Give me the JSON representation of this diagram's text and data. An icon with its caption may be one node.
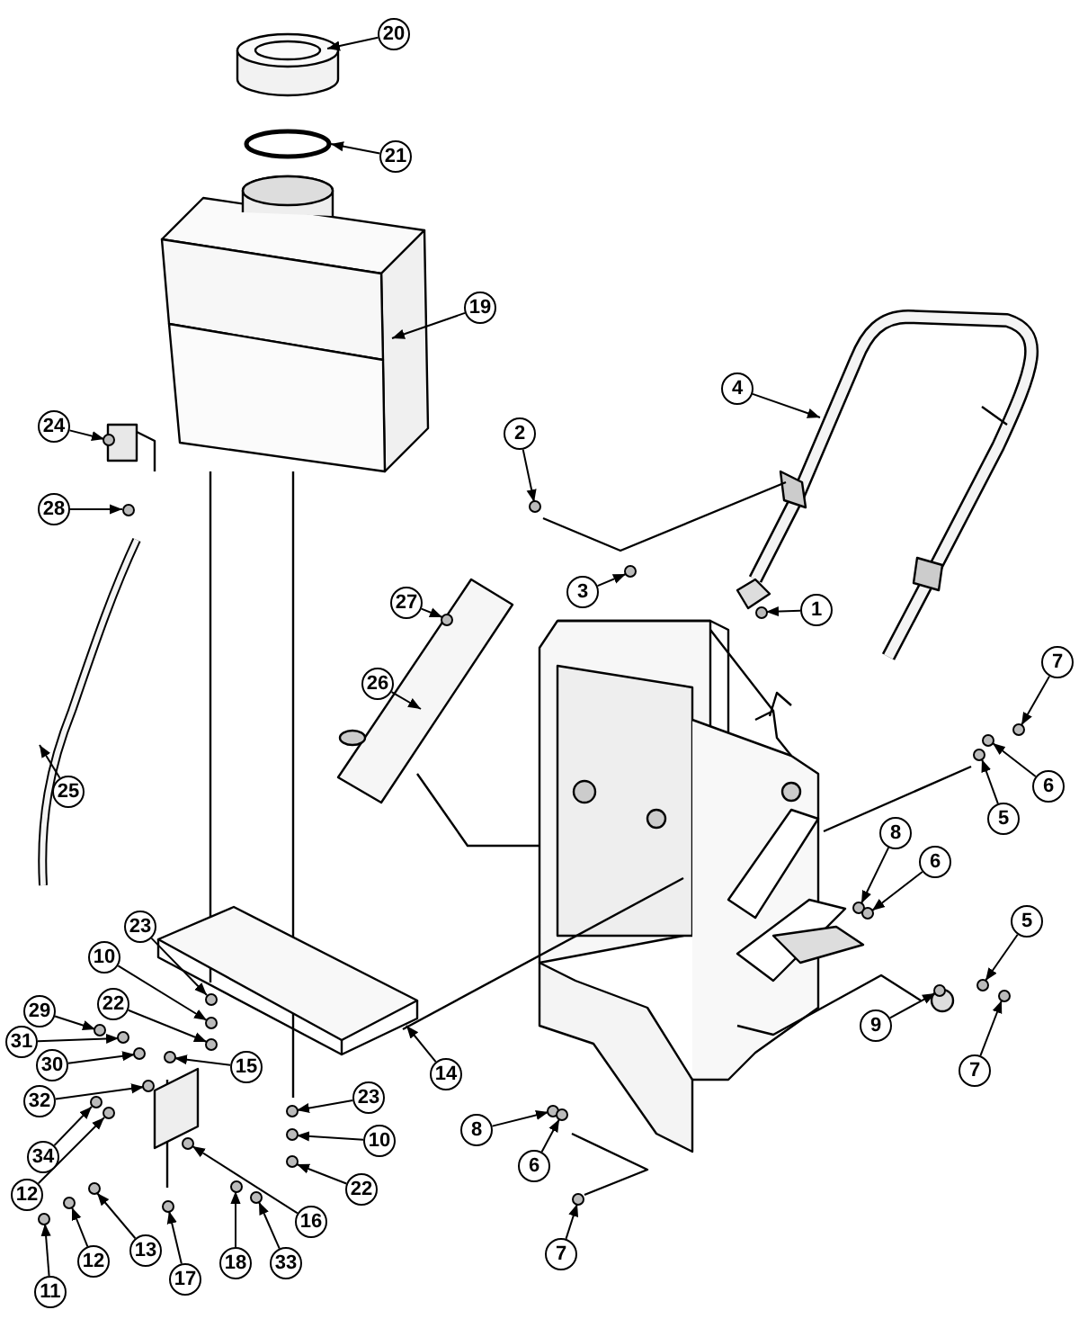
{
  "diagram": {
    "nodes": [
      {
        "text": [
          "20"
        ]
      },
      {
        "text": [
          "21"
        ]
      },
      {
        "text": [
          "19"
        ]
      },
      {
        "text": [
          "4"
        ]
      },
      {
        "text": [
          "2"
        ]
      },
      {
        "text": [
          "24"
        ]
      },
      {
        "text": [
          "28"
        ]
      },
      {
        "text": [
          "3"
        ]
      },
      {
        "text": [
          "1"
        ]
      },
      {
        "text": [
          "27"
        ]
      },
      {
        "text": [
          "26"
        ]
      },
      {
        "text": [
          "7"
        ]
      },
      {
        "text": [
          "25"
        ]
      },
      {
        "text": [
          "6"
        ]
      },
      {
        "text": [
          "5"
        ]
      },
      {
        "text": [
          "8"
        ]
      },
      {
        "text": [
          "6"
        ]
      },
      {
        "text": [
          "23"
        ]
      },
      {
        "text": [
          "10"
        ]
      },
      {
        "text": [
          "5"
        ]
      },
      {
        "text": [
          "22"
        ]
      },
      {
        "text": [
          "29"
        ]
      },
      {
        "text": [
          "9"
        ]
      },
      {
        "text": [
          "31"
        ]
      },
      {
        "text": [
          "15"
        ]
      },
      {
        "text": [
          "14"
        ]
      },
      {
        "text": [
          "30"
        ]
      },
      {
        "text": [
          "7"
        ]
      },
      {
        "text": [
          "32"
        ]
      },
      {
        "text": [
          "23"
        ]
      },
      {
        "text": [
          "8"
        ]
      },
      {
        "text": [
          "10"
        ]
      },
      {
        "text": [
          "34"
        ]
      },
      {
        "text": [
          "6"
        ]
      },
      {
        "text": [
          "22"
        ]
      },
      {
        "text": [
          "12"
        ]
      },
      {
        "text": [
          "16"
        ]
      },
      {
        "text": [
          "13"
        ]
      },
      {
        "text": [
          "12"
        ]
      },
      {
        "text": [
          "7"
        ]
      },
      {
        "text": [
          "18"
        ]
      },
      {
        "text": [
          "33"
        ]
      },
      {
        "text": [
          "17"
        ]
      },
      {
        "text": [
          "11"
        ]
      },
      {
        "text": [],
        "shape": "circle"
      },
      {
        "text": [],
        "shape": "circle"
      },
      {
        "text": [],
        "shape": "circle"
      },
      {
        "text": [],
        "shape": "circle"
      },
      {
        "text": [],
        "shape": "circle"
      },
      {
        "text": [],
        "shape": "circle"
      },
      {
        "text": [],
        "shape": "circle"
      },
      {
        "text": [],
        "shape": "circle"
      },
      {
        "text": [],
        "shape": "circle"
      },
      {
        "text": [],
        "shape": "circle"
      },
      {
        "text": [],
        "shape": "circle"
      },
      {
        "text": [],
        "shape": "circle"
      },
      {
        "text": [],
        "shape": "circle"
      },
      {
        "text": [],
        "shape": "circle"
      },
      {
        "text": [],
        "shape": "circle"
      },
      {
        "text": [],
        "shape": "circle"
      },
      {
        "text": [],
        "shape": "circle"
      },
      {
        "text": [],
        "shape": "circle"
      },
      {
        "text": [],
        "shape": "circle"
      },
      {
        "text": [],
        "shape": "circle"
      },
      {
        "text": [],
        "shape": "circle"
      },
      {
        "text": [],
        "shape": "circle"
      },
      {
        "text": [],
        "shape": "circle"
      },
      {
        "text": [],
        "shape": "circle"
      },
      {
        "text": [],
        "shape": "circle"
      },
      {
        "text": [],
        "shape": "circle"
      },
      {
        "text": [],
        "shape": "circle"
      },
      {
        "text": [],
        "shape": "circle"
      },
      {
        "text": [],
        "shape": "circle"
      },
      {
        "text": [],
        "shape": "circle"
      },
      {
        "text": [],
        "shape": "circle"
      },
      {
        "text": [],
        "shape": "circle"
      },
      {
        "text": [],
        "shape": "circle"
      },
      {
        "text": [],
        "shape": "circle"
      },
      {
        "text": [],
        "shape": "circle"
      },
      {
        "text": [],
        "shape": "circle"
      },
      {
        "text": [],
        "shape": "circle"
      }
    ],
    "edges": [
      {
        "from": 0,
        "to": null,
        "arrow": "to"
      },
      {
        "from": 1,
        "to": null,
        "arrow": "to"
      },
      {
        "from": 2,
        "to": null,
        "arrow": "to"
      },
      {
        "from": 3,
        "to": null,
        "arrow": "to"
      },
      {
        "from": 4,
        "to": 44,
        "arrow": "to"
      },
      {
        "from": 5,
        "to": 45,
        "arrow": "to"
      },
      {
        "from": 6,
        "to": 46,
        "arrow": "to"
      },
      {
        "from": 7,
        "to": 47,
        "arrow": "to"
      },
      {
        "from": 8,
        "to": 48,
        "arrow": "to"
      },
      {
        "from": 9,
        "to": 49,
        "arrow": "to"
      },
      {
        "from": 10,
        "to": null,
        "arrow": "to"
      },
      {
        "from": 11,
        "to": 50,
        "arrow": "to"
      },
      {
        "from": 12,
        "to": null,
        "arrow": "to"
      },
      {
        "from": 13,
        "to": 51,
        "arrow": "to"
      },
      {
        "from": 14,
        "to": 52,
        "arrow": "to"
      },
      {
        "from": 15,
        "to": 53,
        "arrow": "to"
      },
      {
        "from": 16,
        "to": 54,
        "arrow": "to"
      },
      {
        "from": 17,
        "to": 55,
        "arrow": "to"
      },
      {
        "from": 18,
        "to": 56,
        "arrow": "to"
      },
      {
        "from": 19,
        "to": 57,
        "arrow": "to"
      },
      {
        "from": 20,
        "to": 58,
        "arrow": "to"
      },
      {
        "from": 21,
        "to": 59,
        "arrow": "to"
      },
      {
        "from": 22,
        "to": 60,
        "arrow": "to"
      },
      {
        "from": 23,
        "to": 61,
        "arrow": "to"
      },
      {
        "from": 24,
        "to": 62,
        "arrow": "to"
      },
      {
        "from": 25,
        "to": null,
        "arrow": "to"
      },
      {
        "from": 26,
        "to": 63,
        "arrow": "to"
      },
      {
        "from": 27,
        "to": 64,
        "arrow": "to"
      },
      {
        "from": 28,
        "to": 65,
        "arrow": "to"
      },
      {
        "from": 29,
        "to": 66,
        "arrow": "to"
      },
      {
        "from": 30,
        "to": 67,
        "arrow": "to"
      },
      {
        "from": 31,
        "to": 68,
        "arrow": "to"
      },
      {
        "from": 32,
        "to": 69,
        "arrow": "to"
      },
      {
        "from": 33,
        "to": 70,
        "arrow": "to"
      },
      {
        "from": 34,
        "to": 71,
        "arrow": "to"
      },
      {
        "from": 35,
        "to": 72,
        "arrow": "to"
      },
      {
        "from": 36,
        "to": 73,
        "arrow": "to"
      },
      {
        "from": 37,
        "to": 74,
        "arrow": "to"
      },
      {
        "from": 38,
        "to": 75,
        "arrow": "to"
      },
      {
        "from": 39,
        "to": 76,
        "arrow": "to"
      },
      {
        "from": 40,
        "to": 77,
        "arrow": "to"
      },
      {
        "from": 41,
        "to": 78,
        "arrow": "to"
      },
      {
        "from": 42,
        "to": 79,
        "arrow": "to"
      },
      {
        "from": 43,
        "to": 80,
        "arrow": "to"
      }
    ]
  }
}
